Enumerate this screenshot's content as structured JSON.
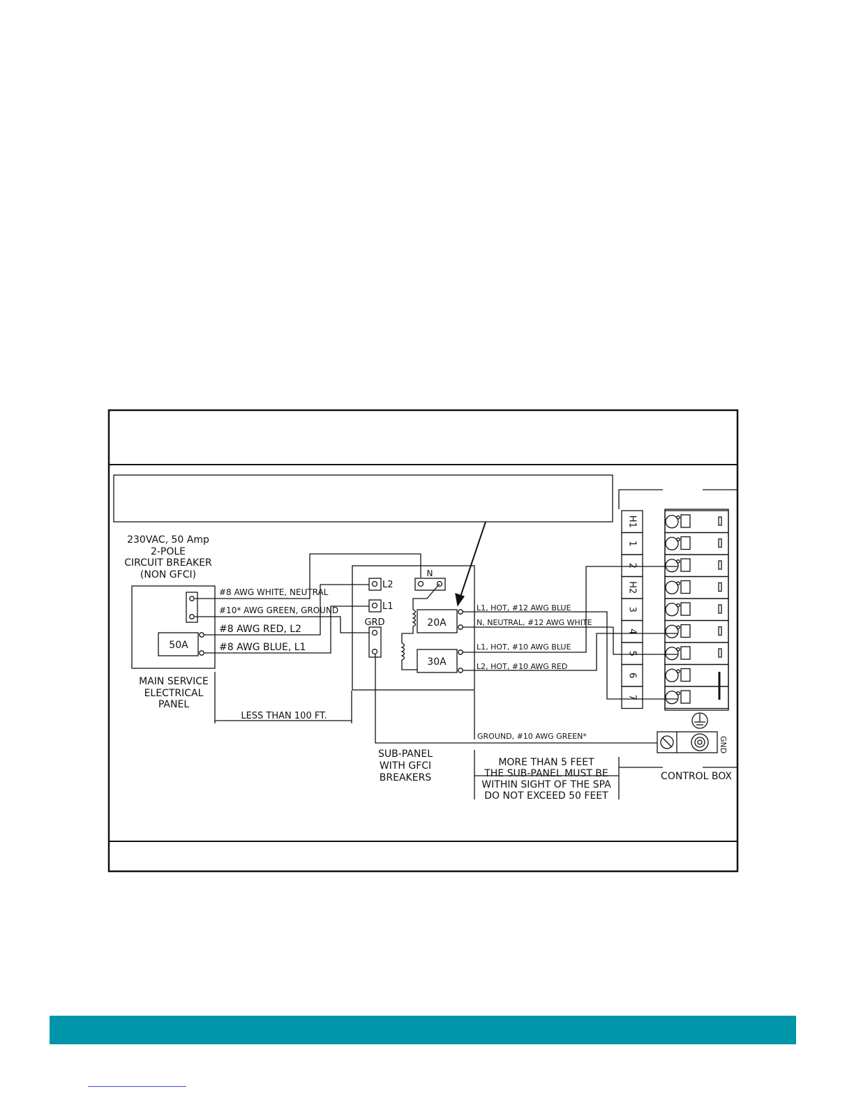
{
  "colors": {
    "footer_bar": "#0095a8",
    "footer_link_underline": "#3b4bd1",
    "line": "#111111"
  },
  "main_panel": {
    "spec_line1": "230VAC, 50 Amp",
    "spec_line2": "2-POLE",
    "spec_line3": "CIRCUIT BREAKER",
    "spec_line4": "(NON GFCI)",
    "breaker_label": "50A",
    "caption_line1": "MAIN SERVICE",
    "caption_line2": "ELECTRICAL",
    "caption_line3": "PANEL"
  },
  "feed_wires": {
    "neutral": "#8 AWG WHITE, NEUTRAL",
    "ground": "#10* AWG GREEN, GROUND",
    "l2": "#8 AWG RED, L2",
    "l1": "#8 AWG BLUE, L1"
  },
  "distance_label": "LESS THAN 100 FT.",
  "sub_panel": {
    "terminal_l2": "L2",
    "terminal_l1": "L1",
    "terminal_n": "N",
    "terminal_grd": "GRD",
    "breaker_20": "20A",
    "breaker_30": "30A",
    "caption_line1": "SUB-PANEL",
    "caption_line2": "WITH GFCI",
    "caption_line3": "BREAKERS"
  },
  "output_wires": {
    "w1": "L1, HOT, #12 AWG BLUE",
    "w2": "N, NEUTRAL, #12 AWG WHITE",
    "w3": "L1, HOT, #10 AWG BLUE",
    "w4": "L2, HOT, #10 AWG RED",
    "ground": "GROUND, #10 AWG GREEN*"
  },
  "terminal_block": [
    "H1",
    "1",
    "2",
    "H2",
    "3",
    "4",
    "5",
    "6",
    "7"
  ],
  "distance_note": {
    "line1": "MORE THAN 5 FEET",
    "line2": "THE SUB-PANEL MUST BE",
    "line3": "WITHIN SIGHT OF THE SPA",
    "line4": "DO NOT EXCEED 50 FEET"
  },
  "control_box": {
    "label": "CONTROL BOX",
    "gnd_label": "GND"
  }
}
